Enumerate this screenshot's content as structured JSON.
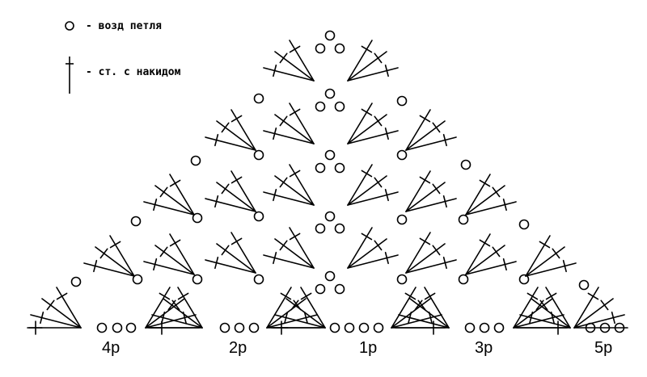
{
  "legend": {
    "chain_text": "- возд петля",
    "dc_text": "- ст. с накидом"
  },
  "row_labels": [
    "4р",
    "2р",
    "1р",
    "3р",
    "5р"
  ],
  "colors": {
    "ink": "#000000",
    "background": "#ffffff"
  },
  "symbols": {
    "chain": "circle-chain-stitch",
    "double_crochet": "double-crochet-stitch"
  }
}
